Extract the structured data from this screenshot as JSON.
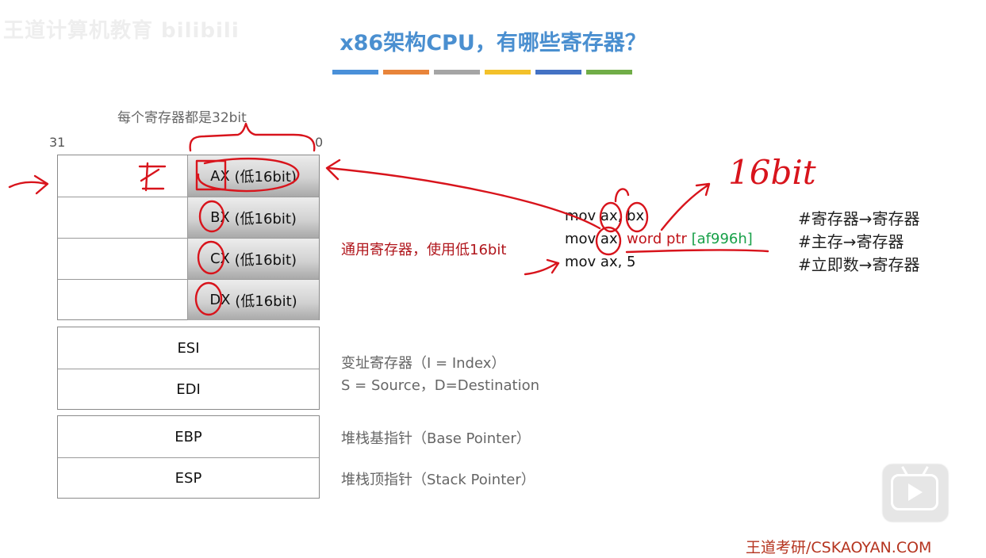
{
  "watermark": "王道计算机教育 bilibili",
  "title": "x86架构CPU，有哪些寄存器？",
  "title_bar_colors": [
    "#4a90d9",
    "#e8843a",
    "#a5a5a5",
    "#f3c12a",
    "#4472c4",
    "#70ad47"
  ],
  "register_width_caption": "每个寄存器都是32bit",
  "bit_high": "31",
  "bit_low": "0",
  "general_registers": [
    {
      "name": "AX",
      "note": "(低16bit)"
    },
    {
      "name": "BX",
      "note": "(低16bit)"
    },
    {
      "name": "CX",
      "note": "(低16bit)"
    },
    {
      "name": "DX",
      "note": "(低16bit)"
    }
  ],
  "general_desc": "通用寄存器，使用低16bit",
  "index_registers": [
    "ESI",
    "EDI"
  ],
  "index_desc_line1": "变址寄存器（I = Index）",
  "index_desc_line2": "S = Source，D=Destination",
  "pointer_registers": [
    {
      "name": "EBP",
      "desc": "堆栈基指针（Base Pointer）"
    },
    {
      "name": "ESP",
      "desc": "堆栈顶指针（Stack Pointer）"
    }
  ],
  "code": {
    "line1": "mov ax, bx",
    "line2_prefix": "mov ax, ",
    "line2_red": "word ptr ",
    "line2_green": "[af996h]",
    "line3": "mov ax, 5"
  },
  "comments": [
    "#寄存器→寄存器",
    "#主存→寄存器",
    "#立即数→寄存器"
  ],
  "handwritten_note": "16bit",
  "footer": "王道考研/CSKAOYAN.COM",
  "ink_color": "#d8141c"
}
